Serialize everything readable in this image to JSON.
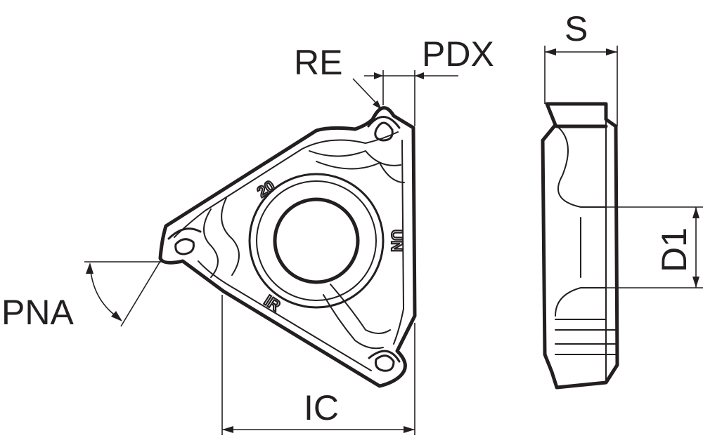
{
  "labels": {
    "re": "RE",
    "pdx": "PDX",
    "s": "S",
    "pna": "PNA",
    "ic": "IC",
    "d1": "D1"
  },
  "insert_markings": {
    "size": "20",
    "thread_type": "UN",
    "hand": "IR"
  },
  "colors": {
    "line": "#231f20",
    "background": "#ffffff"
  }
}
